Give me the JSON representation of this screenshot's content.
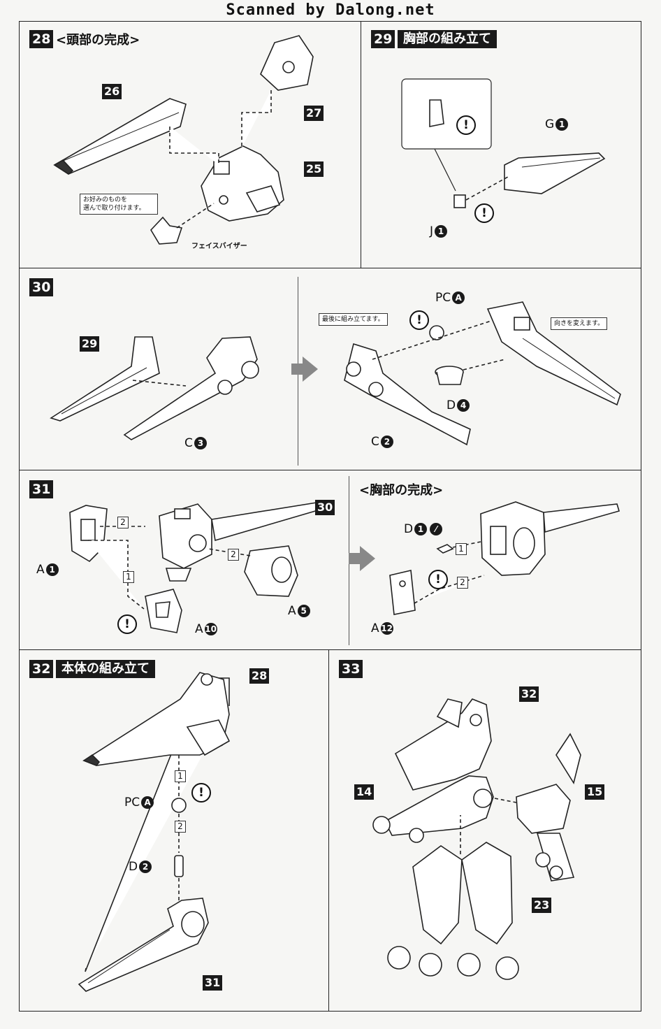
{
  "watermark": "Scanned by Dalong.net",
  "steps": {
    "s28": {
      "num": "28",
      "title": "<頭部の完成>",
      "part_26": "26",
      "part_27": "27",
      "part_25": "25",
      "note": "お好みのものを\n選んで取り付けます。",
      "visor": "フェイスバイザー"
    },
    "s29": {
      "num": "29",
      "title": "胸部の組み立て",
      "g_letter": "G",
      "g_num": "1",
      "j_letter": "J",
      "j_num": "1",
      "warn": "!"
    },
    "s30": {
      "num": "30",
      "part_29": "29",
      "c3_letter": "C",
      "c3_num": "3",
      "c2_letter": "C",
      "c2_num": "2",
      "pc_letter": "PC",
      "pc_num": "A",
      "d4_letter": "D",
      "d4_num": "4",
      "note_last": "最後に組み立てます。",
      "note_dir": "向きを変えます。"
    },
    "s31": {
      "num": "31",
      "part_30": "30",
      "a1_letter": "A",
      "a1_num": "1",
      "a5_letter": "A",
      "a5_num": "5",
      "a10_letter": "A",
      "a10_num": "10",
      "subtitle": "<胸部の完成>",
      "d1_letter": "D",
      "d1_num": "1",
      "a12_letter": "A",
      "a12_num": "12"
    },
    "s32": {
      "num": "32",
      "title": "本体の組み立て",
      "part_28": "28",
      "part_31": "31",
      "pc_letter": "PC",
      "pc_num": "A",
      "d2_letter": "D",
      "d2_num": "2"
    },
    "s33": {
      "num": "33",
      "part_32": "32",
      "part_14": "14",
      "part_15": "15",
      "part_23": "23"
    },
    "order": {
      "one": "1",
      "two": "2"
    }
  }
}
